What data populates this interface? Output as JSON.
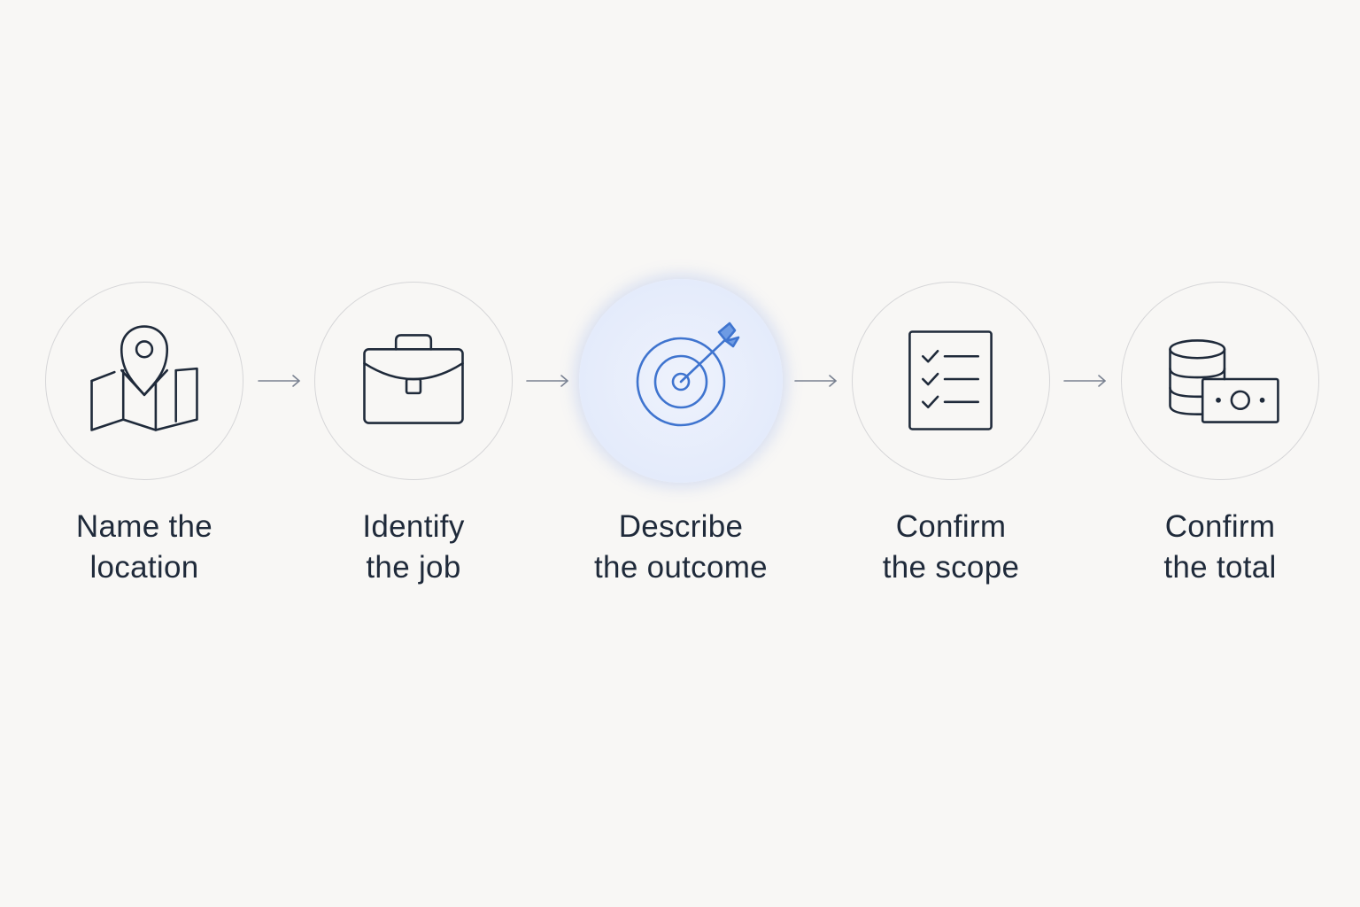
{
  "colors": {
    "background": "#f8f7f5",
    "circle_border": "#d6d6d8",
    "icon_stroke": "#1f2a3a",
    "accent": "#3f74cf",
    "active_fill": "#e4ebfb",
    "arrow": "#7a8291",
    "label_text": "#1f2a3a"
  },
  "steps": [
    {
      "id": "location",
      "icon": "map-pin-icon",
      "line1": "Name the",
      "line2": "location",
      "active": false
    },
    {
      "id": "job",
      "icon": "briefcase-icon",
      "line1": "Identify",
      "line2": "the job",
      "active": false
    },
    {
      "id": "outcome",
      "icon": "target-icon",
      "line1": "Describe",
      "line2": "the outcome",
      "active": true
    },
    {
      "id": "scope",
      "icon": "checklist-icon",
      "line1": "Confirm",
      "line2": "the scope",
      "active": false
    },
    {
      "id": "total",
      "icon": "coins-and-cash-icon",
      "line1": "Confirm",
      "line2": "the total",
      "active": false
    }
  ],
  "connectors": [
    {
      "icon": "arrow-right-icon"
    },
    {
      "icon": "arrow-right-icon"
    },
    {
      "icon": "arrow-right-icon"
    },
    {
      "icon": "arrow-right-icon"
    }
  ]
}
